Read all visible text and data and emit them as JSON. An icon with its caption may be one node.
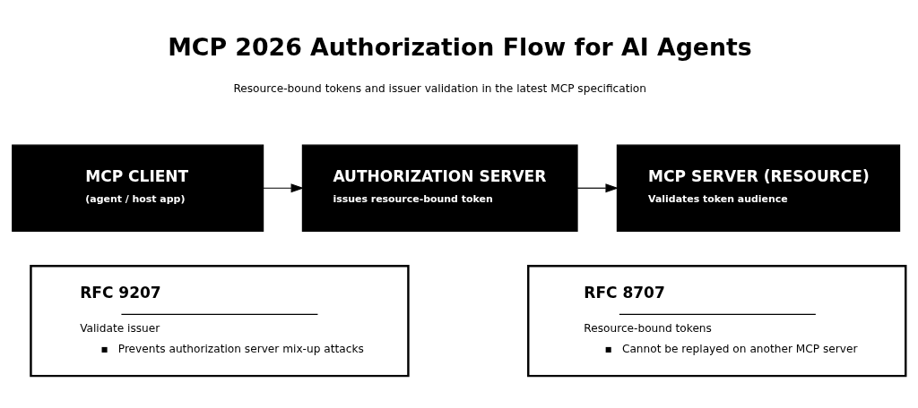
{
  "diagram": {
    "title": "MCP 2026 Authorization Flow for AI Agents",
    "nodes": [
      {
        "text": [
          "MCP CLIENT",
          "(agent / host app)"
        ]
      },
      {
        "text": [
          "AUTHORIZATION SERVER",
          "issues resource-bound token"
        ]
      },
      {
        "text": [
          "MCP SERVER (RESOURCE)",
          "Validates token audience"
        ]
      },
      {
        "text": [
          "RFC 9207",
          "Validate issuer",
          "Prevents authorization server mix-up attacks"
        ]
      },
      {
        "text": [
          "RFC 8707",
          "Resource-bound tokens",
          "Cannot be replayed on another MCP server"
        ]
      }
    ],
    "edges": [
      {
        "from": 0,
        "to": 1,
        "arrow": "to"
      },
      {
        "from": 1,
        "to": 2,
        "arrow": "to"
      }
    ],
    "labels": [
      "Resource-bound tokens and issuer validation in the latest MCP specification"
    ]
  }
}
